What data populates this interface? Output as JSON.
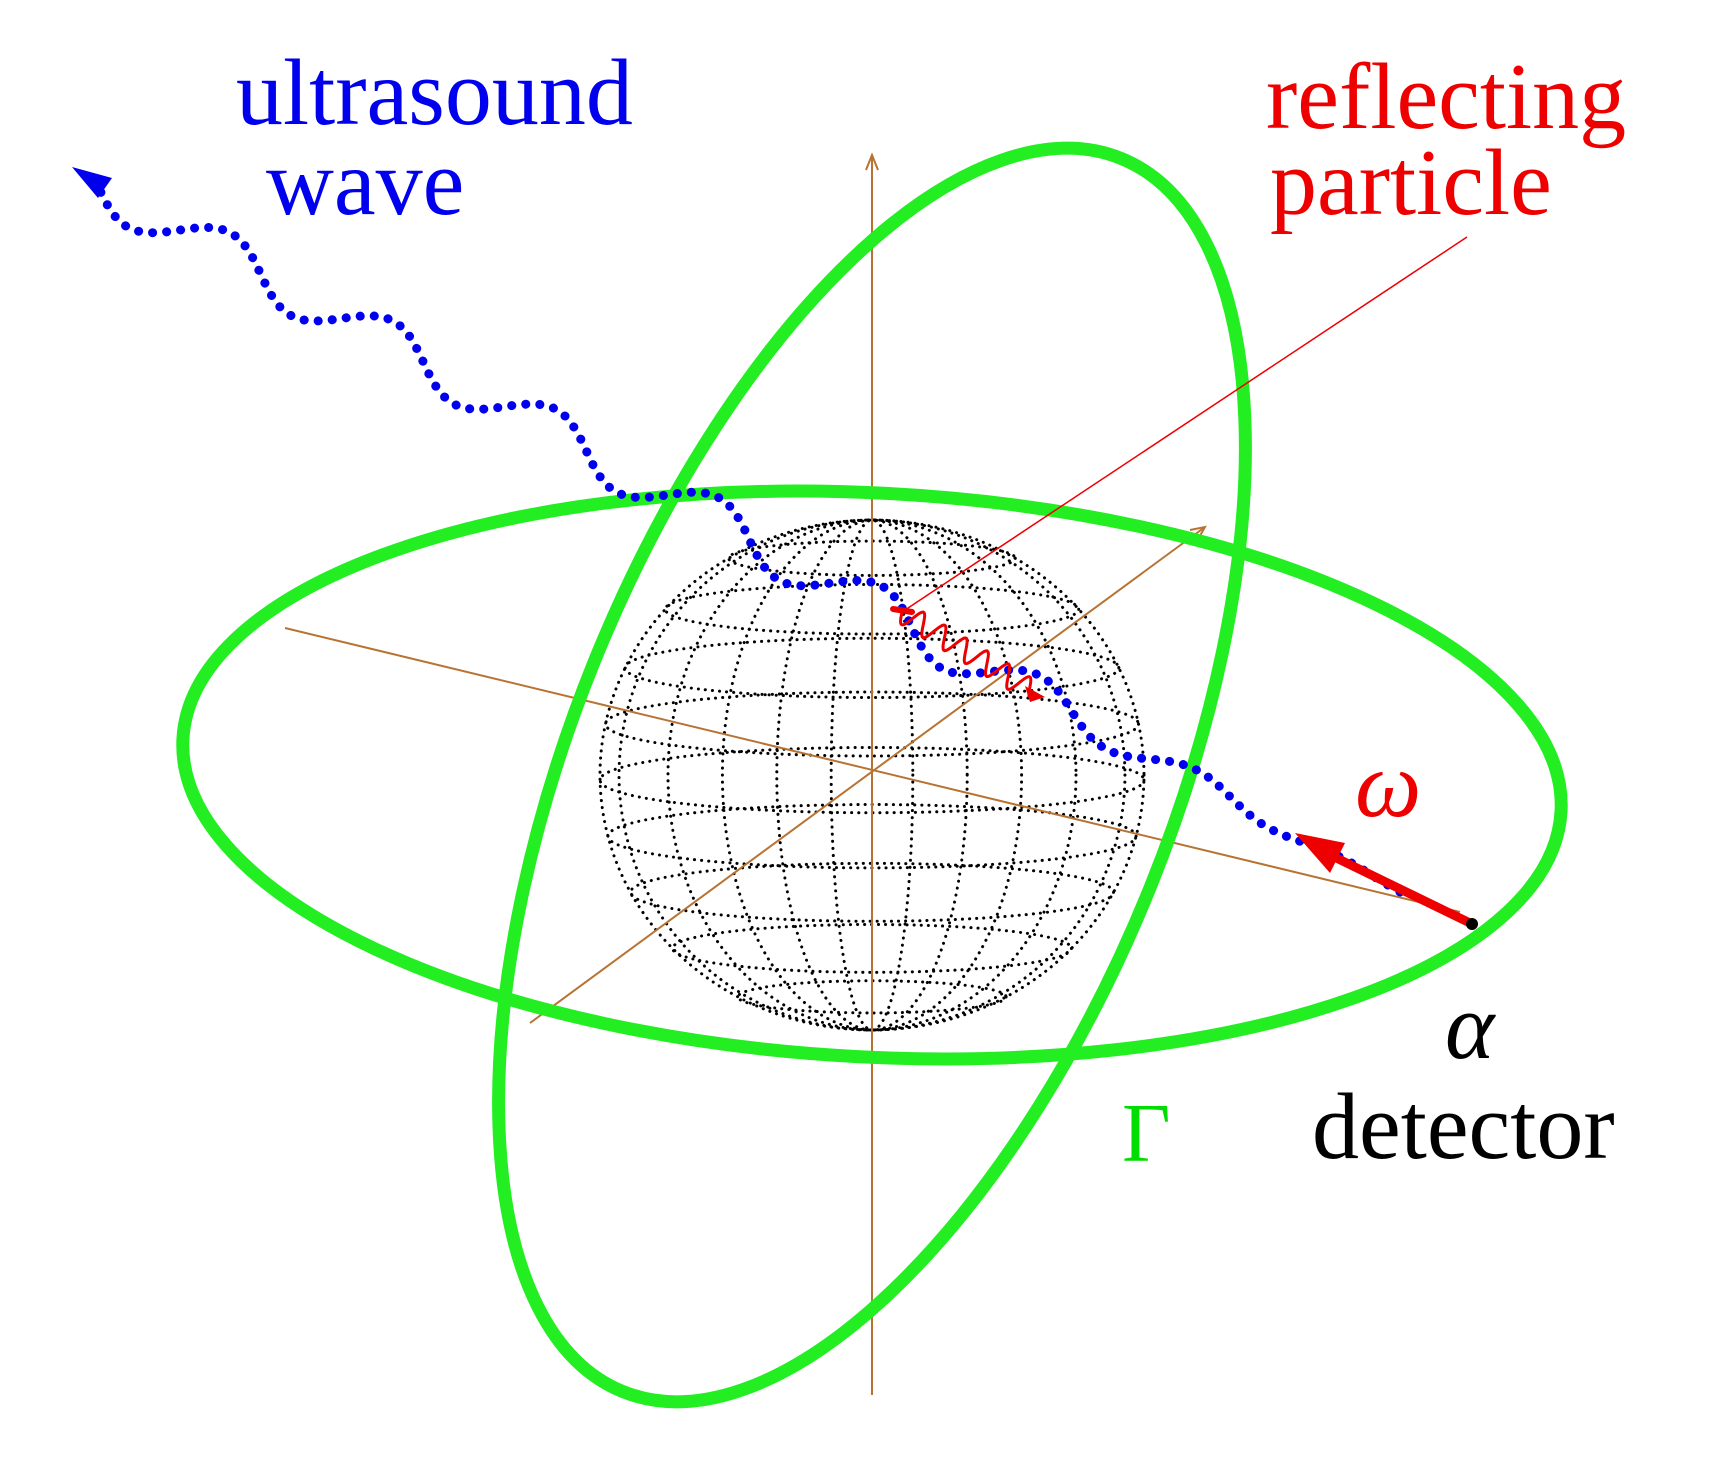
{
  "labels": {
    "ultrasound_line1": "ultrasound",
    "ultrasound_line2": "wave",
    "reflecting_line1": "reflecting",
    "reflecting_line2": "particle",
    "omega": "ω",
    "alpha": "α",
    "detector": "detector",
    "gamma": "Γ"
  },
  "colors": {
    "ultrasound_wave": "#0000ee",
    "reflecting_particle": "#ee0000",
    "curve_gamma": "#22ee22",
    "axes": "#b87333",
    "sphere_grid": "#000000",
    "detector_label": "#000000"
  },
  "icons": {
    "detector_marker": "dot",
    "omega_arrow": "arrow"
  }
}
